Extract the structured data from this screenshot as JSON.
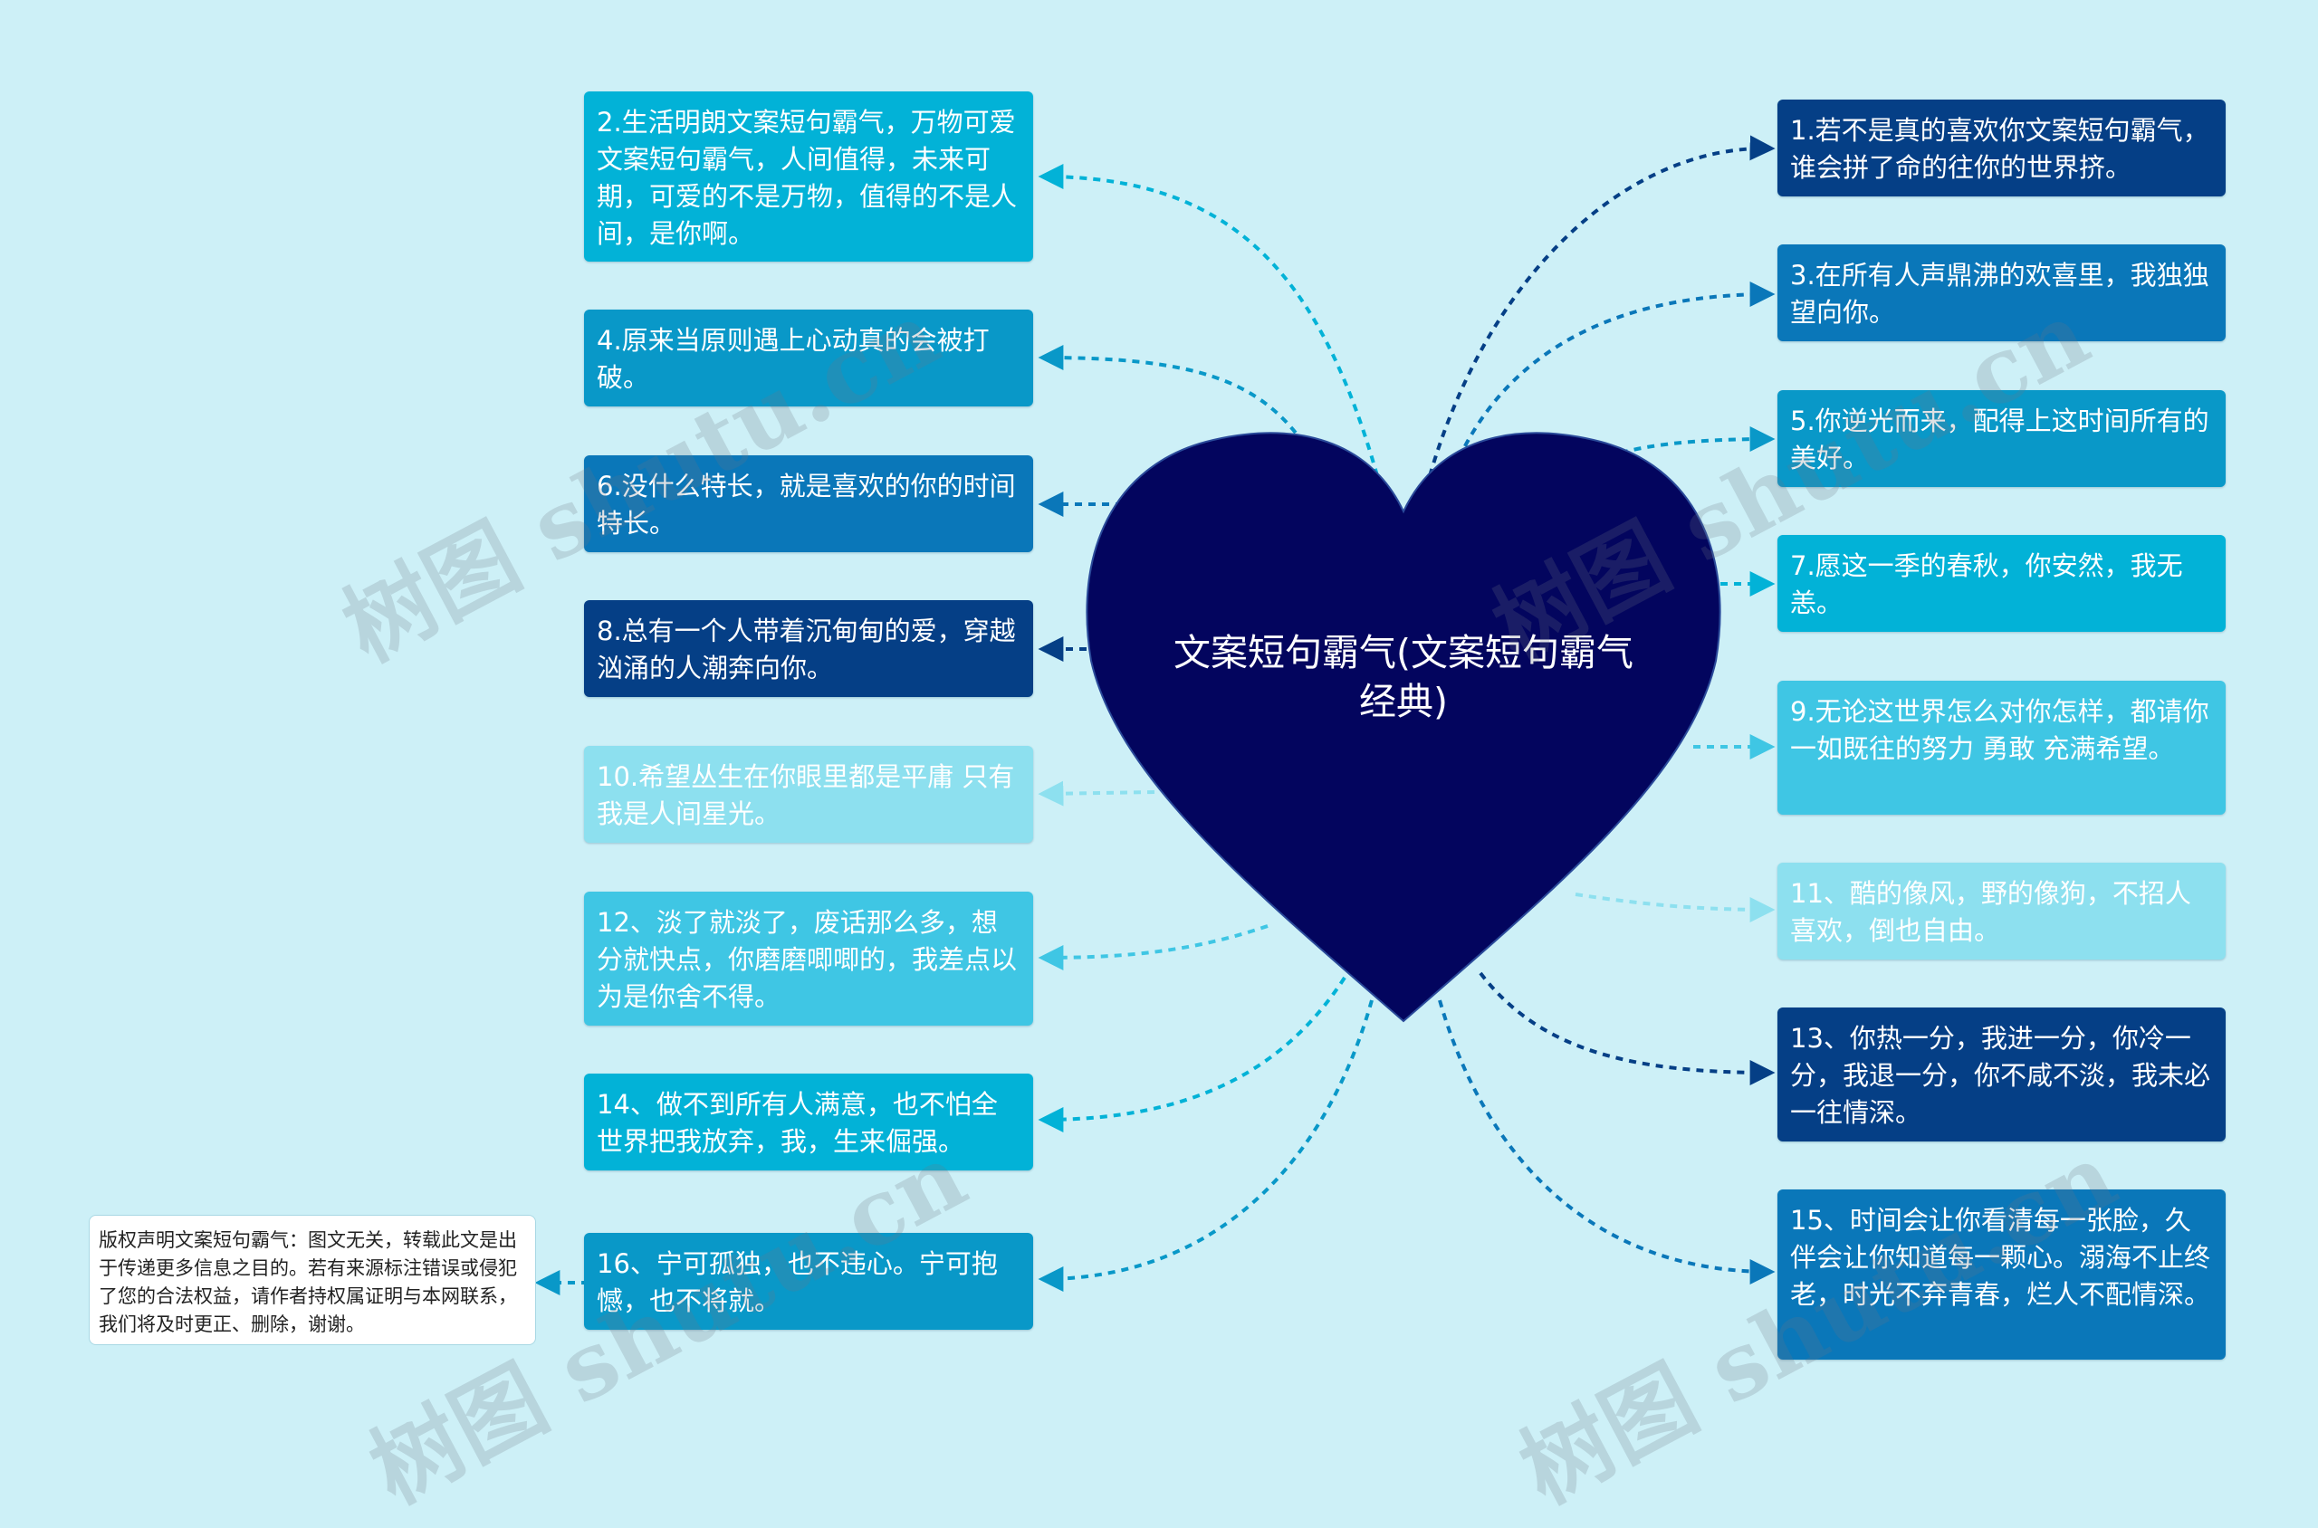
{
  "center": {
    "title": "文案短句霸气(文案短句霸气经典)"
  },
  "nodes": [
    {
      "text": "1.若不是真的喜欢你文案短句霸气，谁会拼了命的往你的世界挤。",
      "color": "#053f86"
    },
    {
      "text": "2.生活明朗文案短句霸气，万物可爱文案短句霸气，人间值得，未来可期，可爱的不是万物，值得的不是人间，是你啊。",
      "color": "#02b2d7"
    },
    {
      "text": "3.在所有人声鼎沸的欢喜里，我独独望向你。",
      "color": "#0a77b9"
    },
    {
      "text": "4.原来当原则遇上心动真的会被打破。",
      "color": "#0998c8"
    },
    {
      "text": "5.你逆光而来，配得上这时间所有的美好。",
      "color": "#0998c8"
    },
    {
      "text": "6.没什么特长，就是喜欢的你的时间特长。",
      "color": "#0a77b9"
    },
    {
      "text": "7.愿这一季的春秋，你安然，我无恙。",
      "color": "#02b2d7"
    },
    {
      "text": "8.总有一个人带着沉甸甸的爱，穿越汹涌的人潮奔向你。",
      "color": "#053f86"
    },
    {
      "text": "9.无论这世界怎么对你怎样，都请你一如既往的努力 勇敢 充满希望。",
      "color": "#3fc6e4"
    },
    {
      "text": "10.希望丛生在你眼里都是平庸 只有我是人间星光。",
      "color": "#8de0ef"
    },
    {
      "text": "11、酷的像风，野的像狗，不招人喜欢，倒也自由。",
      "color": "#8de0ef"
    },
    {
      "text": "12、淡了就淡了，废话那么多，想分就快点，你磨磨唧唧的，我差点以为是你舍不得。",
      "color": "#3fc6e4"
    },
    {
      "text": "13、你热一分，我进一分，你冷一分，我退一分，你不咸不淡，我未必一往情深。",
      "color": "#053f86"
    },
    {
      "text": "14、做不到所有人满意，也不怕全世界把我放弃，我，生来倔强。",
      "color": "#02b2d7"
    },
    {
      "text": "15、时间会让你看清每一张脸，久伴会让你知道每一颗心。溺海不止终老，时光不弃青春，烂人不配情深。",
      "color": "#0a77b9"
    },
    {
      "text": "16、宁可孤独，也不违心。宁可抱憾，也不将就。",
      "color": "#0998c8"
    }
  ],
  "note": {
    "text": "版权声明文案短句霸气：图文无关，转载此文是出于传递更多信息之目的。若有来源标注错误或侵犯了您的合法权益，请作者持权属证明与本网联系，我们将及时更正、删除，谢谢。"
  },
  "watermark": {
    "text": "树图 shutu.cn"
  },
  "colors": {
    "background": "#cdf0f7",
    "heart": "#03055e",
    "heart_outline": "#2a4a9a"
  }
}
